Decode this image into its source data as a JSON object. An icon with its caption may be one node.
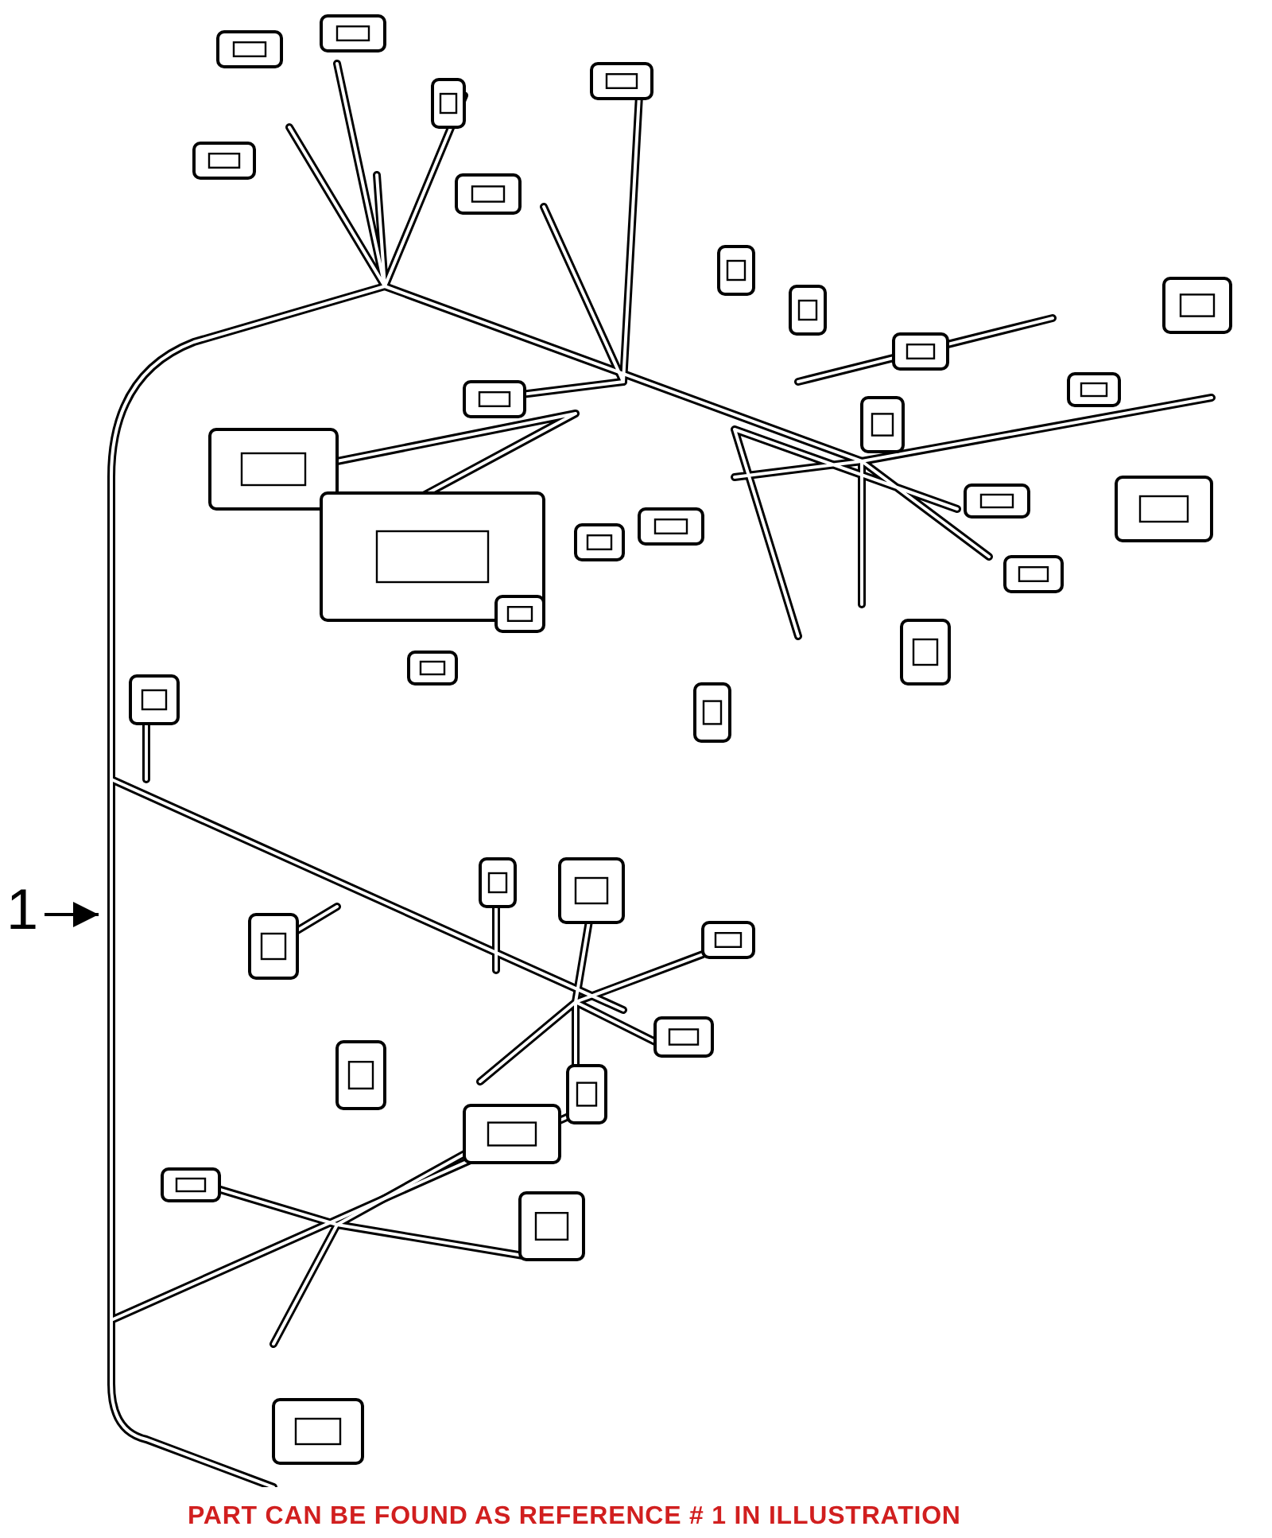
{
  "diagram": {
    "nodes": [
      {
        "text": [
          "1"
        ]
      },
      {
        "text": [],
        "shape": "picture"
      }
    ],
    "edges": [
      {
        "from": 0,
        "to": 1,
        "arrow": "to"
      }
    ],
    "labels": [
      "PART CAN BE FOUND AS REFERENCE # 1 IN ILLUSTRATION"
    ]
  }
}
